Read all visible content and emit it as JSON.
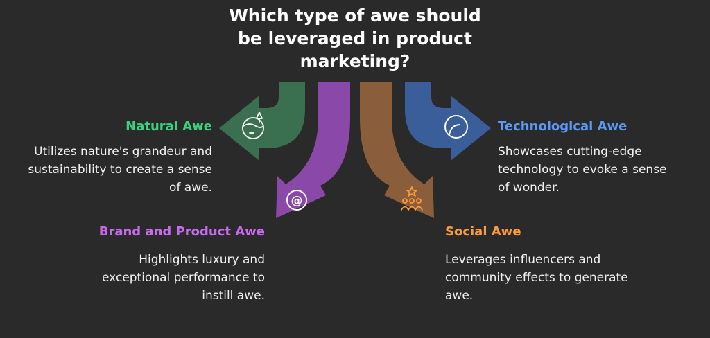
{
  "title": "Which type of awe should be leveraged in product marketing?",
  "colors": {
    "background": "#2a2a2a",
    "natural": "#3a7050",
    "brand": "#8a48a8",
    "social": "#8a5e3a",
    "technological": "#3a5e9a",
    "natural_text": "#38d27c",
    "brand_text": "#c86af0",
    "social_text": "#ff9a3c",
    "technological_text": "#5a9af5"
  },
  "options": [
    {
      "id": "natural",
      "heading": "Natural Awe",
      "description": "Utilizes nature's grandeur and sustainability to create a sense of awe.",
      "icon": "landscape-icon"
    },
    {
      "id": "brand",
      "heading": "Brand and Product Awe",
      "description": "Highlights luxury and exceptional performance to instill awe.",
      "icon": "threads-icon"
    },
    {
      "id": "social",
      "heading": "Social Awe",
      "description": "Leverages influencers and community effects to generate awe.",
      "icon": "community-icon"
    },
    {
      "id": "technological",
      "heading": "Technological Awe",
      "description": "Showcases cutting-edge technology to evoke a sense of wonder.",
      "icon": "tech-circle-icon"
    }
  ]
}
